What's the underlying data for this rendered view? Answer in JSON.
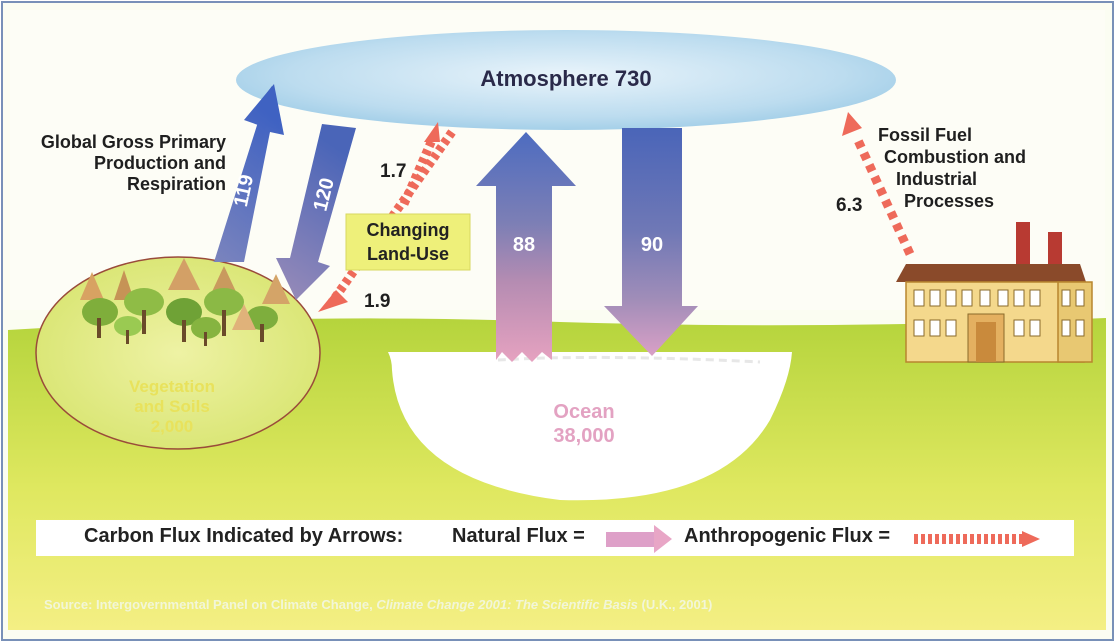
{
  "atmosphere": {
    "label": "Atmosphere 730"
  },
  "vegetation": {
    "line1": "Vegetation",
    "line2": "and Soils",
    "line3": "2,000"
  },
  "ocean": {
    "line1": "Ocean",
    "line2": "38,000"
  },
  "labels": {
    "gpp_line1": "Global Gross Primary",
    "gpp_line2": "Production and",
    "gpp_line3": "Respiration",
    "land_use_line1": "Changing",
    "land_use_line2": "Land-Use",
    "fossil_line1": "Fossil Fuel",
    "fossil_line2": "Combustion and",
    "fossil_line3": "Industrial",
    "fossil_line4": "Processes"
  },
  "fluxes": {
    "gpp_up": "119",
    "resp_down": "120",
    "landuse_up": "1.7",
    "landuse_down": "1.9",
    "ocean_up": "88",
    "ocean_down": "90",
    "fossil": "6.3"
  },
  "legend": {
    "intro": "Carbon Flux Indicated by Arrows:",
    "natural": "Natural Flux =",
    "anthropogenic": "Anthropogenic Flux ="
  },
  "source": {
    "prefix": "Source: Intergovernmental Panel on Climate Change,",
    "title": "Climate Change 2001: The Scientific Basis",
    "suffix": "(U.K., 2001)"
  },
  "colors": {
    "sky": "#fbfdf2",
    "ground_top": "#b8d640",
    "ground_bottom": "#f2ee7a",
    "natural_arrow": "#4f67b8",
    "anthropogenic_arrow": "#ee6a5a",
    "ocean_text": "#e3a2c2"
  }
}
